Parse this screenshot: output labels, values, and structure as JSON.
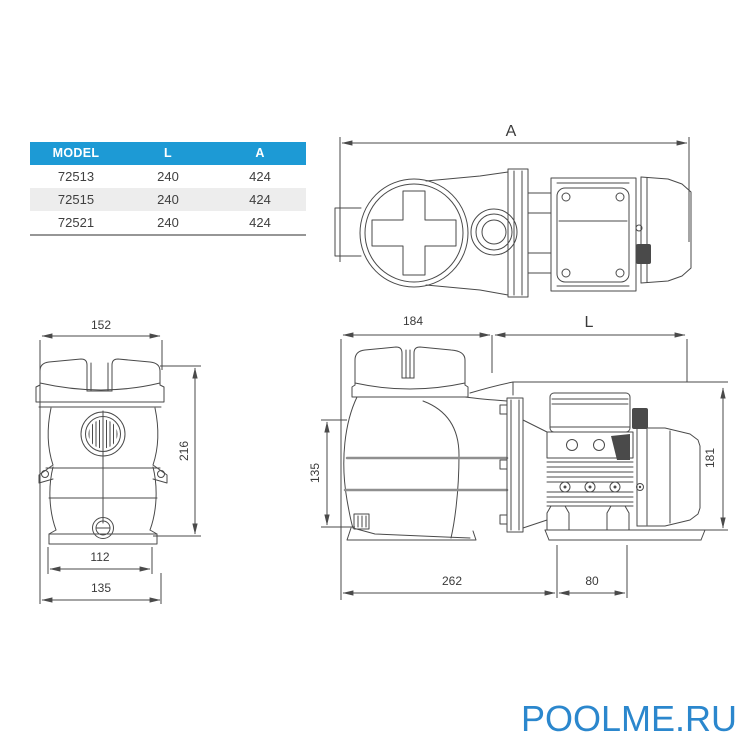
{
  "table": {
    "headers": [
      "MODEL",
      "L",
      "A"
    ],
    "rows": [
      [
        "72513",
        "240",
        "424"
      ],
      [
        "72515",
        "240",
        "424"
      ],
      [
        "72521",
        "240",
        "424"
      ]
    ]
  },
  "views": {
    "top": {
      "dim_overall_length": "A"
    },
    "front": {
      "dim_width": "152",
      "dim_height": "216",
      "dim_bolt_spacing": "112",
      "dim_base_width": "135"
    },
    "side": {
      "dim_tank_length": "184",
      "dim_motor_length": "L",
      "dim_inlet_height": "135",
      "dim_body_height": "181",
      "dim_base_length": "262",
      "dim_foot_span": "80"
    }
  },
  "logo": {
    "text": "POOLME.RU"
  },
  "colors": {
    "header_bg": "#1d9ad5",
    "header_text": "#ffffff",
    "row_alt_bg": "#ededed",
    "cell_text": "#3f3f3f",
    "line": "#4a4a4a",
    "dim_text": "#3a3a3a",
    "logo": "#2b87cd",
    "background": "#ffffff"
  }
}
